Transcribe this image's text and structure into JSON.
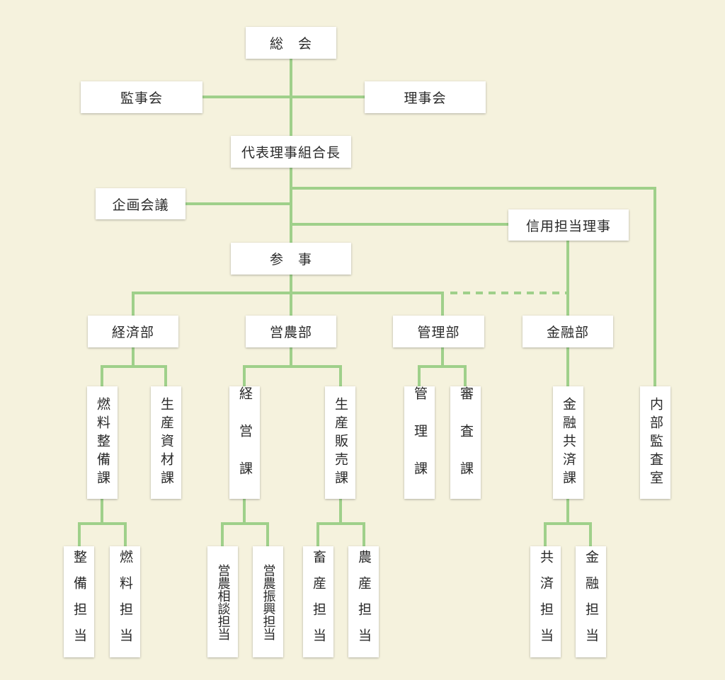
{
  "colors": {
    "background": "#f5f2dd",
    "line": "#9fd08a",
    "box": "#ffffff",
    "text": "#2a2a2a"
  },
  "top": {
    "soukai": "総　会",
    "kanjikai": "監事会",
    "rijikai": "理事会",
    "president": "代表理事組合長",
    "kikaku": "企画会議",
    "shinyo_riji": "信用担当理事",
    "sanji": "参　事"
  },
  "departments": {
    "keizai": "経済部",
    "einou": "営農部",
    "kanri": "管理部",
    "kinyu": "金融部"
  },
  "sections": {
    "nenryo_seibi": "燃料整備課",
    "seisan_shizai": "生産資材課",
    "keiei": "経営課",
    "seisan_hanbai": "生産販売課",
    "kanri": "管理課",
    "shinsa": "審査課",
    "kinyu_kyosai": "金融共済課",
    "naibu_kansa": "内部監査室"
  },
  "staff": {
    "seibi": "整備担当",
    "nenryo": "燃料担当",
    "einou_soudan": "営農相談担当",
    "einou_shinko": "営農振興担当",
    "chikusan": "畜産担当",
    "nousan": "農産担当",
    "kyosai": "共済担当",
    "kinyu": "金融担当"
  }
}
